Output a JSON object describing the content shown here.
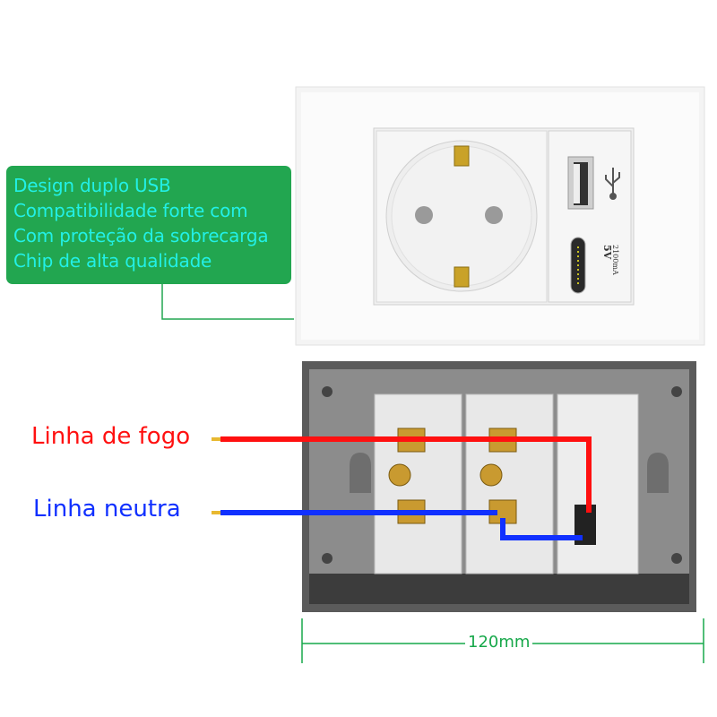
{
  "features": {
    "lines": [
      "Design duplo USB",
      "Compatibilidade forte com",
      "Com proteção da sobrecarga",
      "Chip de alta qualidade"
    ]
  },
  "usb_module": {
    "voltage": "5V",
    "current": "2100mA",
    "icon": "usb-icon"
  },
  "wiring": {
    "live_label": "Linha de fogo",
    "neutral_label": "Linha neutra",
    "live_color": "#ff1010",
    "neutral_color": "#1030ff"
  },
  "dimension": {
    "width_label": "120mm",
    "color": "#17a84a"
  },
  "callout_color": "#22a650",
  "callout_text_color": "#22f0e6"
}
